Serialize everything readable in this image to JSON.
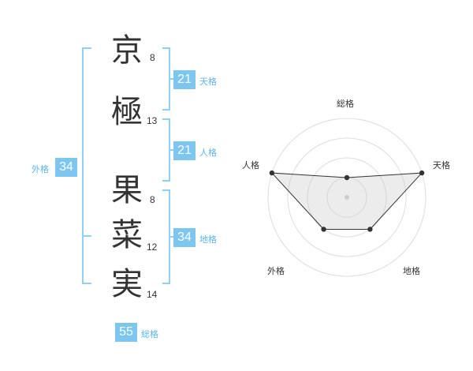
{
  "name": {
    "characters": [
      {
        "char": "京",
        "strokes": "8"
      },
      {
        "char": "極",
        "strokes": "13"
      },
      {
        "char": "果",
        "strokes": "8"
      },
      {
        "char": "菜",
        "strokes": "12"
      },
      {
        "char": "実",
        "strokes": "14"
      }
    ]
  },
  "fortune": {
    "tenkaku": {
      "value": "21",
      "label": "天格"
    },
    "jinkaku": {
      "value": "21",
      "label": "人格"
    },
    "chikaku": {
      "value": "34",
      "label": "地格"
    },
    "gaikaku": {
      "value": "34",
      "label": "外格"
    },
    "soukaku": {
      "value": "55",
      "label": "総格"
    }
  },
  "colors": {
    "accent": "#7cc6f0",
    "bracket": "#8fd0f5",
    "text": "#333333"
  },
  "chart_data": {
    "type": "radar",
    "axes": [
      "総格",
      "天格",
      "地格",
      "外格",
      "人格"
    ],
    "values": [
      1,
      4,
      2,
      2,
      4
    ],
    "max": 4,
    "rings": 4
  }
}
